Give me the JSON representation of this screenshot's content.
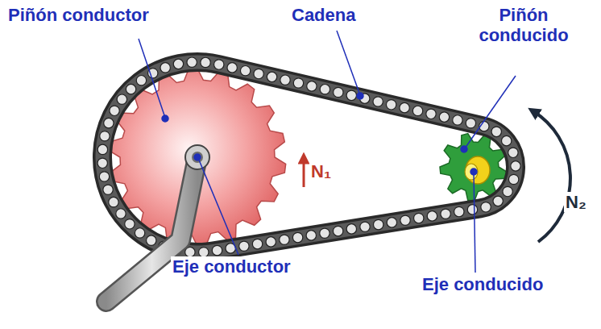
{
  "diagram": {
    "labels": [
      "Piñón conductor",
      "Cadena",
      "Piñón conducido",
      "N₁",
      "N₂",
      "Eje conductor",
      "Eje conducido"
    ]
  }
}
